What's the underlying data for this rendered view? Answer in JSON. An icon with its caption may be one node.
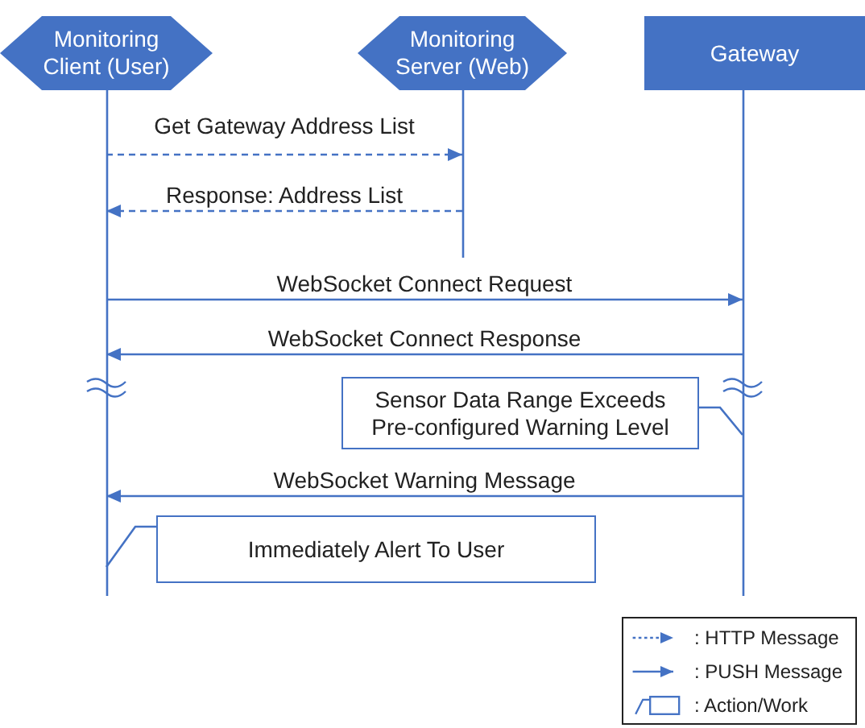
{
  "diagram": {
    "nodes": [
      {
        "text": [
          "Monitoring Client (User)"
        ]
      },
      {
        "text": [
          "Monitoring Server (Web)"
        ]
      },
      {
        "text": [
          "Gateway"
        ]
      },
      {
        "text": [
          "Sensor Data Range Exceeds Pre-configured Warning Level"
        ]
      },
      {
        "text": [
          "Immediately Alert To User"
        ]
      }
    ],
    "edges": [
      {
        "from": 0,
        "to": 1,
        "arrow": "to",
        "label": "Get Gateway Address List",
        "style": "dashed"
      },
      {
        "from": 1,
        "to": 0,
        "arrow": "to",
        "label": "Response: Address List",
        "style": "dashed"
      },
      {
        "from": 0,
        "to": 2,
        "arrow": "to",
        "label": "WebSocket Connect Request"
      },
      {
        "from": 2,
        "to": 0,
        "arrow": "to",
        "label": "WebSocket Connect Response"
      },
      {
        "from": 3,
        "to": 2,
        "arrow": "none"
      },
      {
        "from": 2,
        "to": 0,
        "arrow": "to",
        "label": "WebSocket Warning Message"
      },
      {
        "from": 4,
        "to": 0,
        "arrow": "none"
      }
    ],
    "legend": [
      {
        "text": ": HTTP Message"
      },
      {
        "text": ": PUSH Message"
      },
      {
        "text": ": Action/Work"
      }
    ]
  }
}
